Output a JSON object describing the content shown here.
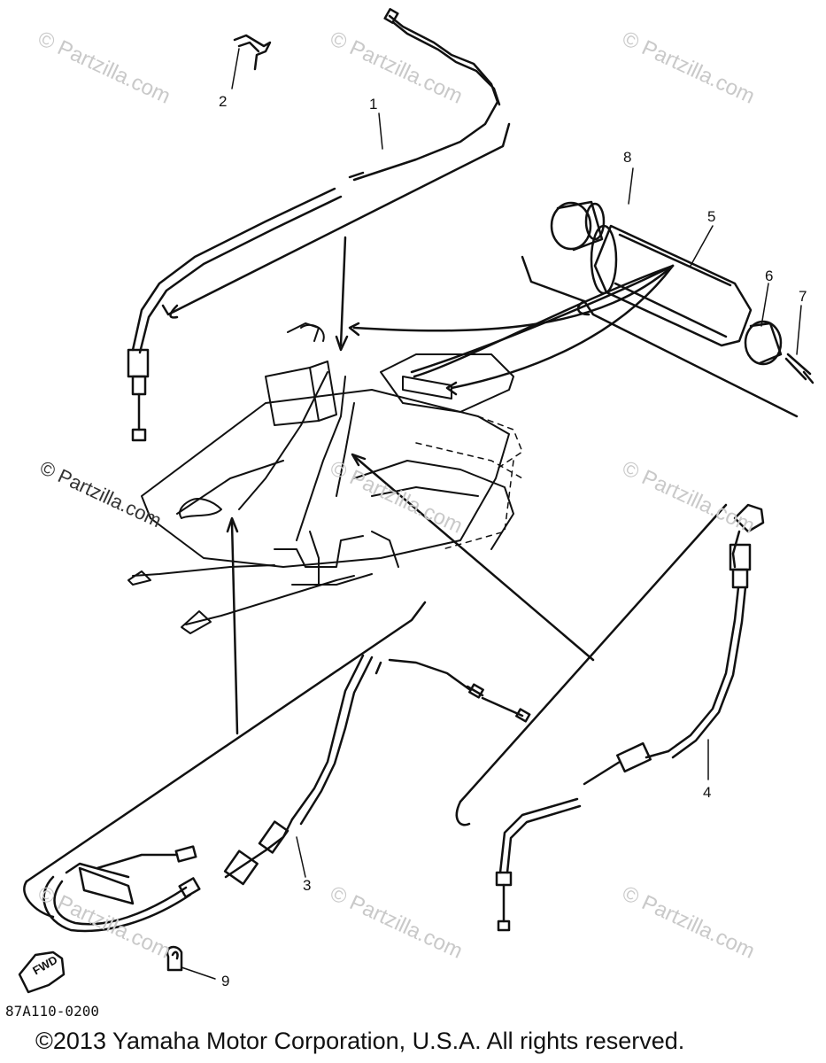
{
  "watermarks": {
    "wm1": "© Partzilla.com",
    "wm2": "© Partzilla.com",
    "wm3": "© Partzilla.com",
    "wm4": "© Partzilla.com",
    "wm5": "© Partzilla.com",
    "wm6": "© Partzilla.com",
    "wm7": "© Partzilla.com",
    "wm8": "© Partzilla.com",
    "wm9": "© Partzilla.com"
  },
  "callouts": {
    "c1": "1",
    "c2": "2",
    "c3": "3",
    "c4": "4",
    "c5": "5",
    "c6": "6",
    "c7": "7",
    "c8": "8",
    "c9": "9"
  },
  "fwd_label": "FWD",
  "diagram_code": "87A110-0200",
  "copyright": "©2013  Yamaha Motor Corporation, U.S.A. All rights reserved."
}
